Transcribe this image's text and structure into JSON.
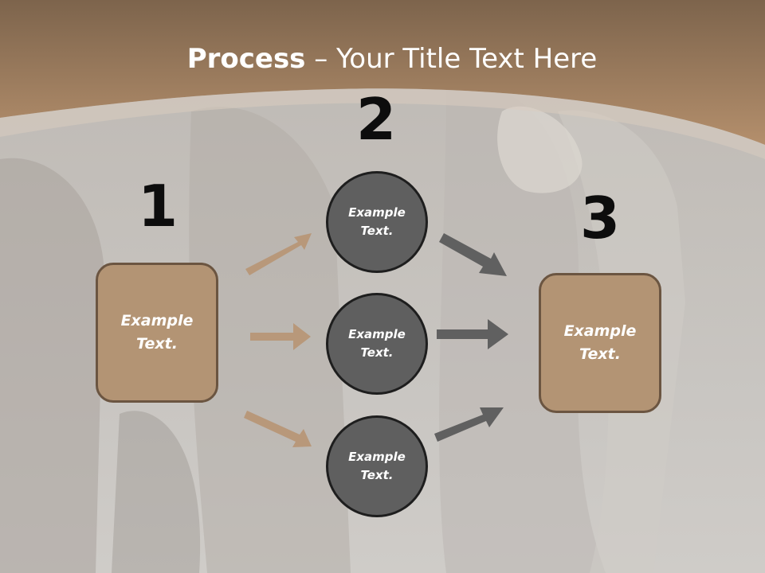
{
  "title": {
    "bold": "Process",
    "rest": " – Your Title Text Here"
  },
  "steps": {
    "one": "1",
    "two": "2",
    "three": "3"
  },
  "left_box": {
    "line1": "Example",
    "line2": "Text."
  },
  "right_box": {
    "line1": "Example",
    "line2": "Text."
  },
  "circles": [
    {
      "line1": "Example",
      "line2": "Text."
    },
    {
      "line1": "Example",
      "line2": "Text."
    },
    {
      "line1": "Example",
      "line2": "Text."
    }
  ],
  "colors": {
    "header": "#a07e5e",
    "box_fill": "#b39474",
    "box_border": "#6b5541",
    "circle_fill": "#5f5f5f",
    "circle_border": "#1e1e1e",
    "arrow_tan": "#b8987a",
    "arrow_gray": "#606060"
  }
}
